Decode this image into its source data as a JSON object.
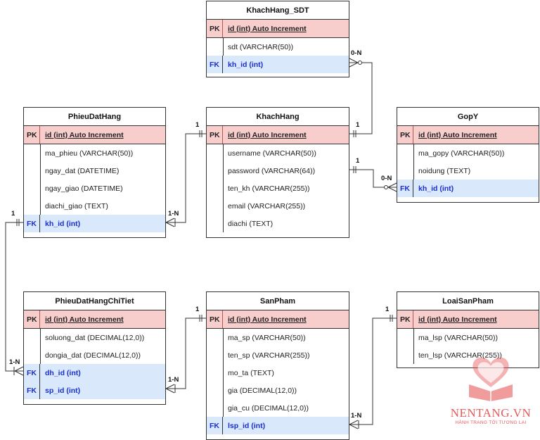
{
  "tables": {
    "khachhang_sdt": {
      "name": "KhachHang_SDT",
      "pk": "id (int) Auto Increment",
      "fields": [
        "sdt (VARCHAR(50))"
      ],
      "fk": [
        {
          "key": "FK",
          "field": "kh_id (int)"
        }
      ]
    },
    "phieudathang": {
      "name": "PhieuDatHang",
      "pk": "id (int) Auto Increment",
      "fields": [
        "ma_phieu (VARCHAR(50))",
        "ngay_dat (DATETIME)",
        "ngay_giao (DATETIME)",
        "diachi_giao (TEXT)"
      ],
      "fk": [
        {
          "key": "FK",
          "field": "kh_id (int)"
        }
      ]
    },
    "khachhang": {
      "name": "KhachHang",
      "pk": "id (int) Auto Increment",
      "fields": [
        "username (VARCHAR(50))",
        "password (VARCHAR(64))",
        "ten_kh (VARCHAR(255))",
        "email (VARCHAR(255))",
        "diachi (TEXT)"
      ],
      "fk": []
    },
    "gopy": {
      "name": "GopY",
      "pk": "id (int) Auto Increment",
      "fields": [
        "ma_gopy (VARCHAR(50))",
        "noidung (TEXT)"
      ],
      "fk": [
        {
          "key": "FK",
          "field": "kh_id (int)"
        }
      ]
    },
    "phieudathangchitiet": {
      "name": "PhieuDatHangChiTiet",
      "pk": "id (int) Auto Increment",
      "fields": [
        "soluong_dat (DECIMAL(12,0))",
        "dongia_dat (DECIMAL(12,0))"
      ],
      "fk": [
        {
          "key": "FK",
          "field": "dh_id (int)"
        },
        {
          "key": "FK",
          "field": "sp_id (int)"
        }
      ]
    },
    "sanpham": {
      "name": "SanPham",
      "pk": "id (int) Auto Increment",
      "fields": [
        "ma_sp (VARCHAR(50))",
        "ten_sp (VARCHAR(255))",
        "mo_ta (TEXT)",
        "gia (DECIMAL(12,0))",
        "gia_cu (DECIMAL(12,0))"
      ],
      "fk": [
        {
          "key": "FK",
          "field": "lsp_id (int)"
        }
      ]
    },
    "loaisanpham": {
      "name": "LoaiSanPham",
      "pk": "id (int) Auto Increment",
      "fields": [
        "ma_lsp (VARCHAR(50))",
        "ten_lsp (VARCHAR(255))"
      ],
      "fk": []
    }
  },
  "key_labels": {
    "pk": "PK"
  },
  "relationships": [
    {
      "from": "KhachHang",
      "to": "KhachHang_SDT",
      "from_label": "1",
      "to_label": "0-N"
    },
    {
      "from": "KhachHang",
      "to": "PhieuDatHang",
      "from_label": "1",
      "to_label": "1-N"
    },
    {
      "from": "KhachHang",
      "to": "GopY",
      "from_label": "1",
      "to_label": "0-N"
    },
    {
      "from": "PhieuDatHang",
      "to": "PhieuDatHangChiTiet",
      "from_label": "1",
      "to_label": "1-N"
    },
    {
      "from": "SanPham",
      "to": "PhieuDatHangChiTiet",
      "from_label": "1",
      "to_label": "1-N"
    },
    {
      "from": "LoaiSanPham",
      "to": "SanPham",
      "from_label": "1",
      "to_label": "1-N"
    }
  ],
  "watermark": {
    "brand": "NENTANG.VN",
    "tagline": "HÀNH TRANG TỚI TƯƠNG LAI"
  },
  "colors": {
    "pk_row": "#f8cecc",
    "fk_row": "#dae8fc",
    "fk_text": "#1a2fd0",
    "watermark": "#e85a5a"
  }
}
